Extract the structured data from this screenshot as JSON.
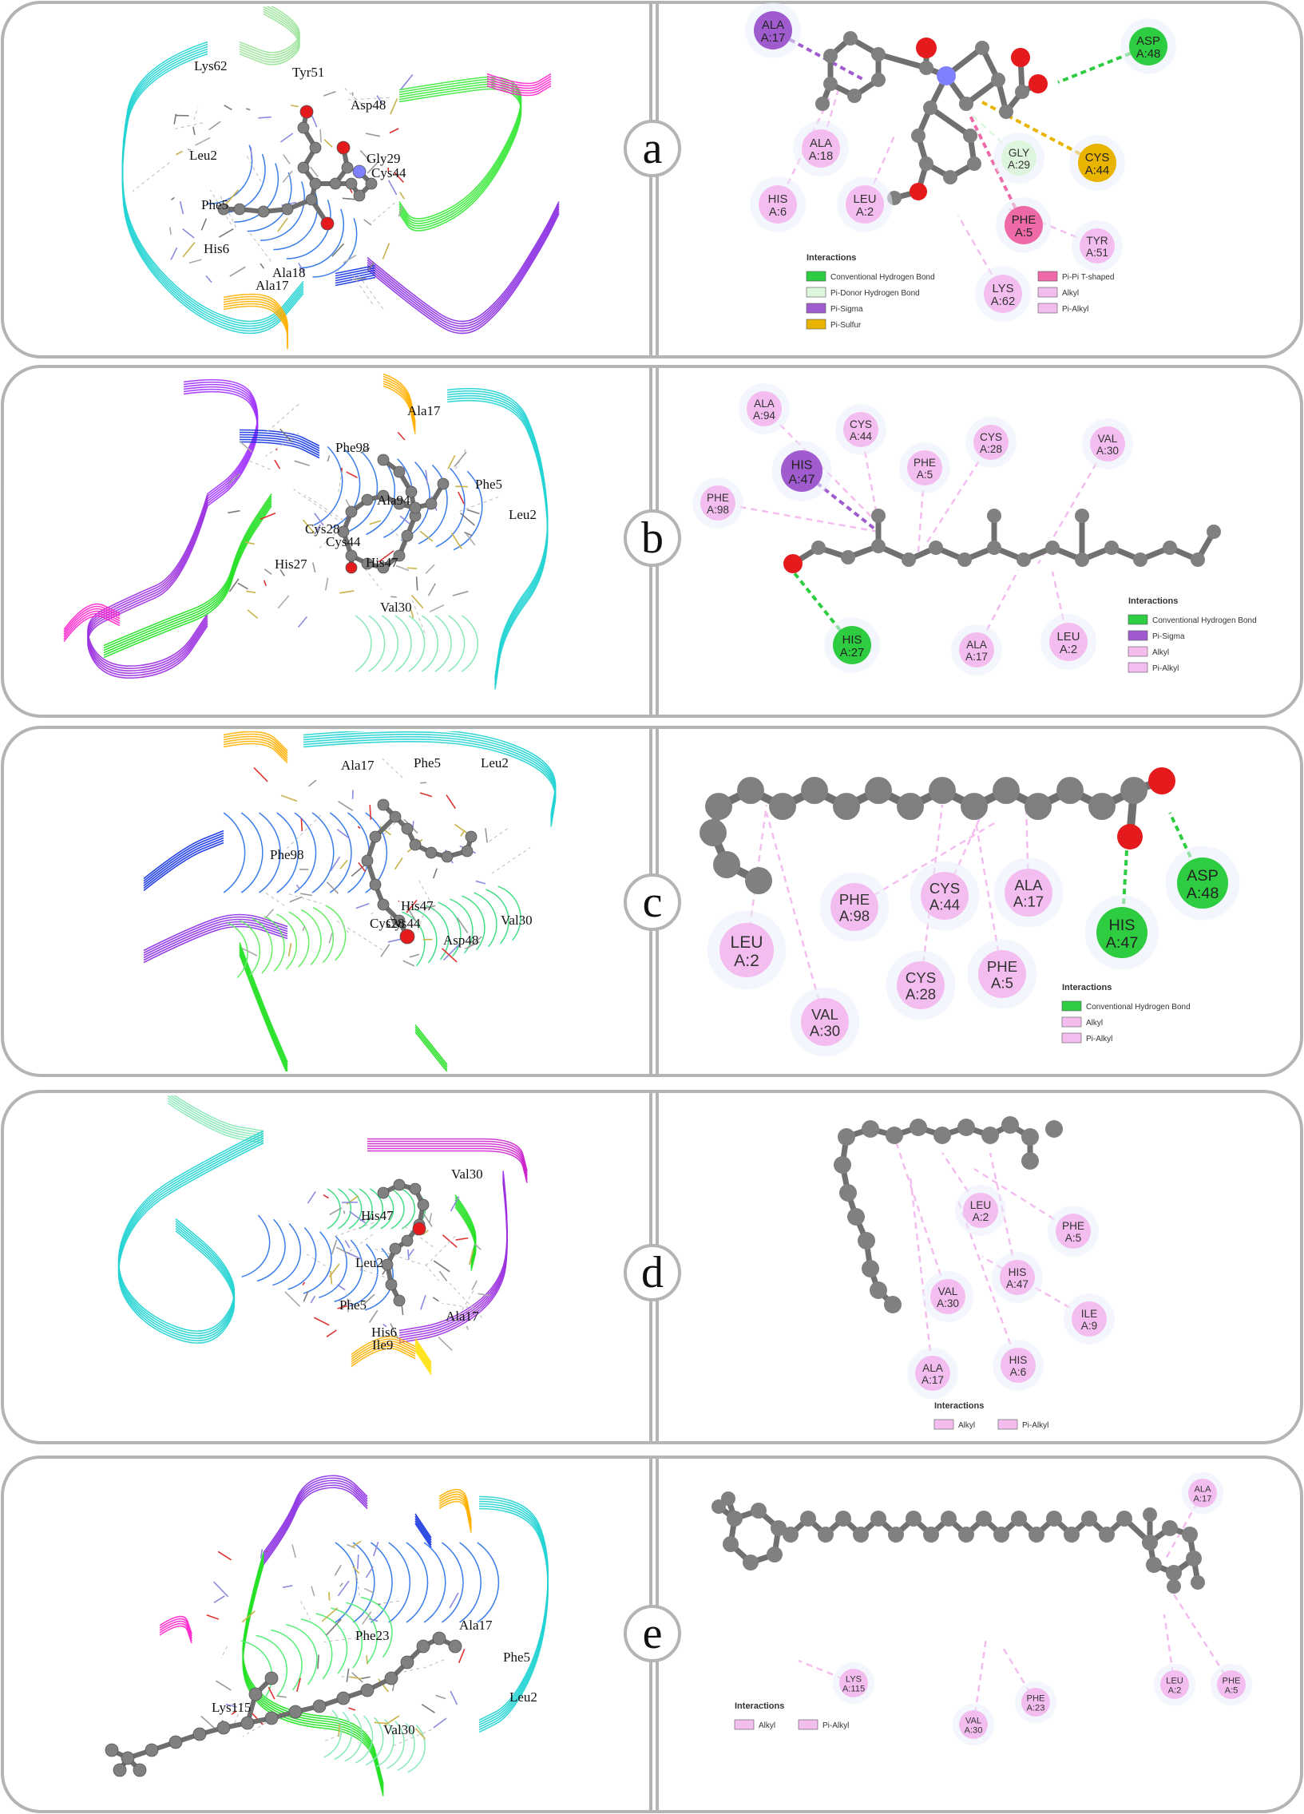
{
  "colors": {
    "hbond": "#2ecc40",
    "hbond_light": "#dcf5dc",
    "pi_sigma": "#a05ccf",
    "pi_sulfur": "#e8b400",
    "pi_pi": "#ee6aa7",
    "alkyl": "#f4bdf0",
    "frame": "#b4b4b4",
    "atom_c": "#808080",
    "atom_o": "#e41a1c",
    "atom_n": "#8080ff"
  },
  "panels": [
    {
      "letter": "a",
      "labels3d": [
        "Lys62",
        "Tyr51",
        "Asp48",
        "Leu2",
        "Gly29",
        "Cys44",
        "Phe5",
        "His6",
        "Ala18",
        "Ala17"
      ],
      "residues": [
        {
          "name": "ALA",
          "num": "A:17",
          "type": "pi_sigma"
        },
        {
          "name": "ASP",
          "num": "A:48",
          "type": "hbond"
        },
        {
          "name": "ALA",
          "num": "A:18",
          "type": "alkyl"
        },
        {
          "name": "HIS",
          "num": "A:6",
          "type": "alkyl"
        },
        {
          "name": "LEU",
          "num": "A:2",
          "type": "alkyl"
        },
        {
          "name": "GLY",
          "num": "A:29",
          "type": "hbond_light"
        },
        {
          "name": "CYS",
          "num": "A:44",
          "type": "pi_sulfur"
        },
        {
          "name": "PHE",
          "num": "A:5",
          "type": "pi_pi"
        },
        {
          "name": "TYR",
          "num": "A:51",
          "type": "alkyl"
        },
        {
          "name": "LYS",
          "num": "A:62",
          "type": "alkyl"
        }
      ],
      "legend": {
        "title": "Interactions",
        "items": [
          {
            "label": "Conventional Hydrogen Bond",
            "type": "hbond"
          },
          {
            "label": "Pi-Donor Hydrogen Bond",
            "type": "hbond_light"
          },
          {
            "label": "Pi-Sigma",
            "type": "pi_sigma"
          },
          {
            "label": "Pi-Sulfur",
            "type": "pi_sulfur"
          },
          {
            "label": "Pi-Pi T-shaped",
            "type": "pi_pi"
          },
          {
            "label": "Alkyl",
            "type": "alkyl"
          },
          {
            "label": "Pi-Alkyl",
            "type": "alkyl"
          }
        ]
      }
    },
    {
      "letter": "b",
      "labels3d": [
        "Ala17",
        "Phe98",
        "Phe5",
        "Leu2",
        "Ala94",
        "Cys28",
        "Cys44",
        "His27",
        "His47",
        "Val30"
      ],
      "residues": [
        {
          "name": "ALA",
          "num": "A:94",
          "type": "alkyl"
        },
        {
          "name": "CYS",
          "num": "A:44",
          "type": "alkyl"
        },
        {
          "name": "HIS",
          "num": "A:47",
          "type": "pi_sigma"
        },
        {
          "name": "PHE",
          "num": "A:5",
          "type": "alkyl"
        },
        {
          "name": "CYS",
          "num": "A:28",
          "type": "alkyl"
        },
        {
          "name": "VAL",
          "num": "A:30",
          "type": "alkyl"
        },
        {
          "name": "PHE",
          "num": "A:98",
          "type": "alkyl"
        },
        {
          "name": "HIS",
          "num": "A:27",
          "type": "hbond"
        },
        {
          "name": "ALA",
          "num": "A:17",
          "type": "alkyl"
        },
        {
          "name": "LEU",
          "num": "A:2",
          "type": "alkyl"
        }
      ],
      "legend": {
        "title": "Interactions",
        "items": [
          {
            "label": "Conventional Hydrogen Bond",
            "type": "hbond"
          },
          {
            "label": "Pi-Sigma",
            "type": "pi_sigma"
          },
          {
            "label": "Alkyl",
            "type": "alkyl"
          },
          {
            "label": "Pi-Alkyl",
            "type": "alkyl"
          }
        ]
      }
    },
    {
      "letter": "c",
      "labels3d": [
        "Ala17",
        "Phe5",
        "Leu2",
        "Phe98",
        "His47",
        "Cys28",
        "Cys44",
        "Val30",
        "Asp48"
      ],
      "residues": [
        {
          "name": "PHE",
          "num": "A:98",
          "type": "alkyl"
        },
        {
          "name": "CYS",
          "num": "A:44",
          "type": "alkyl"
        },
        {
          "name": "ALA",
          "num": "A:17",
          "type": "alkyl"
        },
        {
          "name": "ASP",
          "num": "A:48",
          "type": "hbond"
        },
        {
          "name": "LEU",
          "num": "A:2",
          "type": "alkyl"
        },
        {
          "name": "HIS",
          "num": "A:47",
          "type": "hbond"
        },
        {
          "name": "CYS",
          "num": "A:28",
          "type": "alkyl"
        },
        {
          "name": "PHE",
          "num": "A:5",
          "type": "alkyl"
        },
        {
          "name": "VAL",
          "num": "A:30",
          "type": "alkyl"
        }
      ],
      "legend": {
        "title": "Interactions",
        "items": [
          {
            "label": "Conventional Hydrogen Bond",
            "type": "hbond"
          },
          {
            "label": "Alkyl",
            "type": "alkyl"
          },
          {
            "label": "Pi-Alkyl",
            "type": "alkyl"
          }
        ]
      }
    },
    {
      "letter": "d",
      "labels3d": [
        "Val30",
        "His47",
        "Leu2",
        "Phe5",
        "His6",
        "Ile9",
        "Ala17"
      ],
      "residues": [
        {
          "name": "LEU",
          "num": "A:2",
          "type": "alkyl"
        },
        {
          "name": "PHE",
          "num": "A:5",
          "type": "alkyl"
        },
        {
          "name": "HIS",
          "num": "A:47",
          "type": "alkyl"
        },
        {
          "name": "VAL",
          "num": "A:30",
          "type": "alkyl"
        },
        {
          "name": "ILE",
          "num": "A:9",
          "type": "alkyl"
        },
        {
          "name": "ALA",
          "num": "A:17",
          "type": "alkyl"
        },
        {
          "name": "HIS",
          "num": "A:6",
          "type": "alkyl"
        }
      ],
      "legend": {
        "title": "Interactions",
        "items": [
          {
            "label": "Alkyl",
            "type": "alkyl"
          },
          {
            "label": "Pi-Alkyl",
            "type": "alkyl"
          }
        ]
      }
    },
    {
      "letter": "e",
      "labels3d": [
        "Ala17",
        "Phe23",
        "Phe5",
        "Leu2",
        "Lys115",
        "Val30"
      ],
      "residues": [
        {
          "name": "ALA",
          "num": "A:17",
          "type": "alkyl"
        },
        {
          "name": "LYS",
          "num": "A:115",
          "type": "alkyl"
        },
        {
          "name": "VAL",
          "num": "A:30",
          "type": "alkyl"
        },
        {
          "name": "PHE",
          "num": "A:23",
          "type": "alkyl"
        },
        {
          "name": "LEU",
          "num": "A:2",
          "type": "alkyl"
        },
        {
          "name": "PHE",
          "num": "A:5",
          "type": "alkyl"
        }
      ],
      "legend": {
        "title": "Interactions",
        "items": [
          {
            "label": "Alkyl",
            "type": "alkyl"
          },
          {
            "label": "Pi-Alkyl",
            "type": "alkyl"
          }
        ]
      }
    }
  ]
}
